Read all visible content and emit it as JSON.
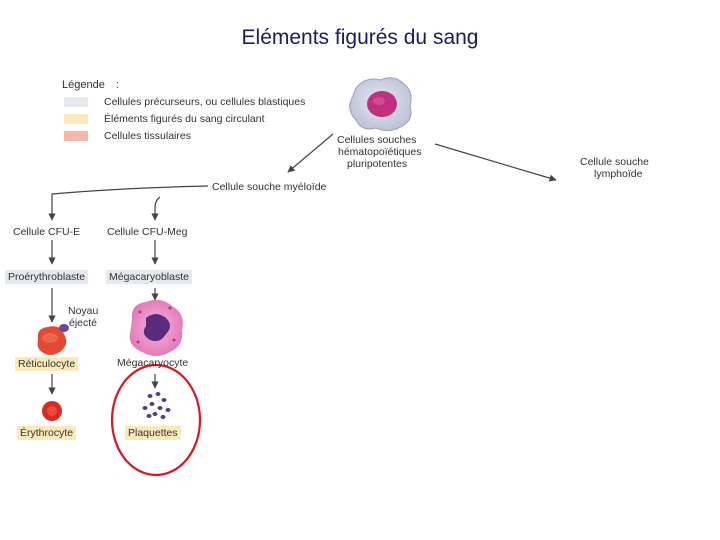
{
  "title": "Eléments figurés du sang",
  "legend": {
    "title": "Légende",
    "colon": ":",
    "items": [
      {
        "label": "Cellules précurseurs, ou cellules blastiques",
        "color": "#e5e9ee"
      },
      {
        "label": "Éléments figurés du sang circulant",
        "color": "#fbe9b9"
      },
      {
        "label": "Cellules tissulaires",
        "color": "#f6b8ad"
      }
    ]
  },
  "nodes": {
    "stem_line1": "Cellules souches",
    "stem_line2": "hématopoïétiques",
    "stem_line3": "pluripotentes",
    "lymphoid_line1": "Cellule souche",
    "lymphoid_line2": "lymphoïde",
    "myeloid": "Cellule souche myéloïde",
    "cfu_e": "Cellule CFU-E",
    "cfu_meg": "Cellule CFU-Meg",
    "proerythroblast": "Proérythroblaste",
    "megakaryoblast": "Mégacaryoblaste",
    "nucleus_line1": "Noyau",
    "nucleus_line2": "éjecté",
    "reticulocyte": "Réticulocyte",
    "megakaryocyte": "Mégacaryocyte",
    "erythrocyte": "Érythrocyte",
    "platelets": "Plaquettes"
  },
  "colors": {
    "title": "#1a1a66",
    "arrow": "#444444",
    "highlight_circle": "#e0141e",
    "red_cell": "#e23a2a",
    "magenta_cell": "#d94fa0",
    "platelet": "#5a3a8a"
  }
}
